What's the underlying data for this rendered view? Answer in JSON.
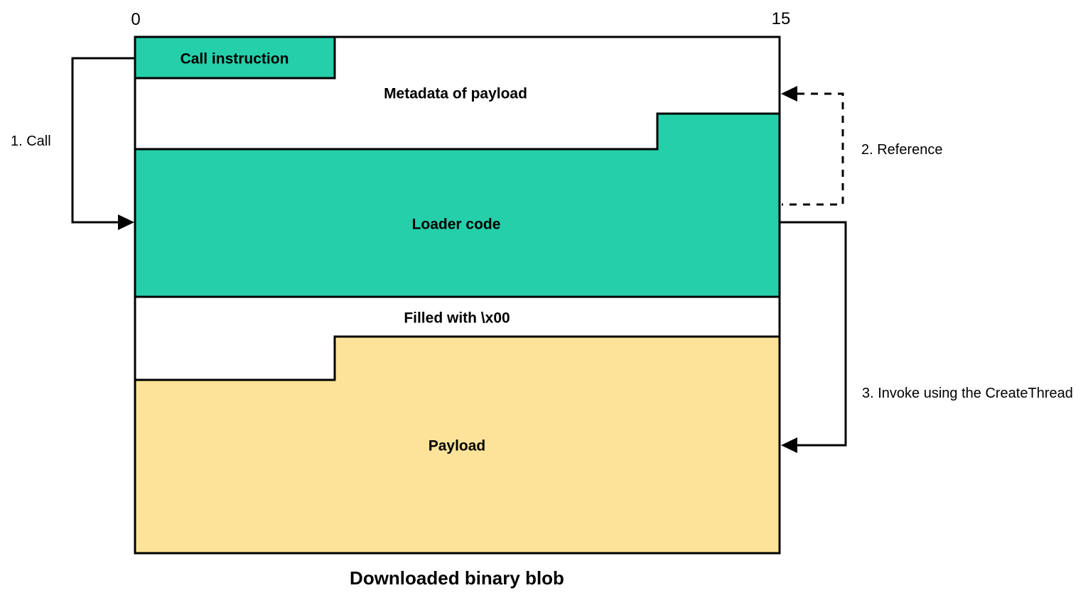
{
  "diagram": {
    "title_caption": "Downloaded binary blob",
    "column_labels": {
      "start": "0",
      "end": "15"
    },
    "regions": [
      {
        "id": "call-instruction",
        "label": "Call instruction",
        "fill": "teal"
      },
      {
        "id": "metadata",
        "label": "Metadata of payload",
        "fill": "white"
      },
      {
        "id": "loader-code",
        "label": "Loader code",
        "fill": "teal"
      },
      {
        "id": "filled-x00",
        "label": "Filled with \\x00",
        "fill": "white"
      },
      {
        "id": "payload",
        "label": "Payload",
        "fill": "yellow"
      }
    ],
    "annotations": [
      {
        "id": "call",
        "label": "1. Call",
        "style": "solid-arrow"
      },
      {
        "id": "reference",
        "label": "2. Reference",
        "style": "dashed-arrow"
      },
      {
        "id": "invoke",
        "label": "3. Invoke using the CreateThread",
        "style": "solid-arrow"
      }
    ],
    "colors": {
      "teal": "#25cfaa",
      "yellow": "#fde399",
      "line": "#000000"
    }
  }
}
